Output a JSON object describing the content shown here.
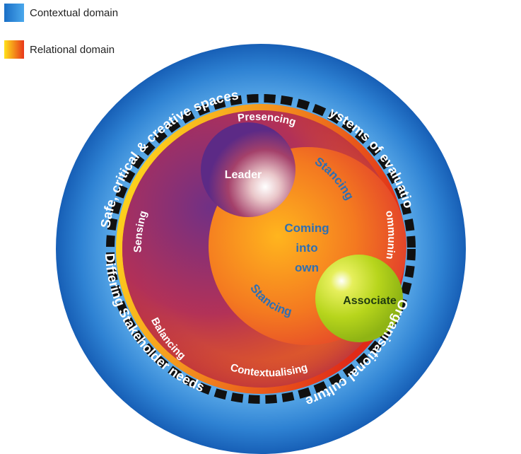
{
  "legend": {
    "items": [
      {
        "label": "Contextual domain",
        "gradient": [
          "#1a6fc6",
          "#4aa8ec"
        ]
      },
      {
        "label": "Relational domain",
        "gradient": [
          "#ffe21a",
          "#e8371a"
        ]
      }
    ]
  },
  "outer_ring": {
    "color": "#1f6dc2",
    "labels": {
      "top_left": "Safe, critical & creative spaces",
      "top_right": "Systems of evaluation",
      "bottom_left": "Differing Stakeholder needs",
      "bottom_right": "Organisational culture"
    }
  },
  "relational_ring": {
    "labels": {
      "top": "Presencing",
      "right": "Communing",
      "bottom": "Contextualising",
      "left_lower": "Balancing",
      "left": "Sensing"
    }
  },
  "core": {
    "center_lines": [
      "Coming",
      "into",
      "own"
    ],
    "stancing_top": "Stancing",
    "stancing_bottom": "Stancing"
  },
  "spheres": {
    "leader": "Leader",
    "associate": "Associate"
  }
}
